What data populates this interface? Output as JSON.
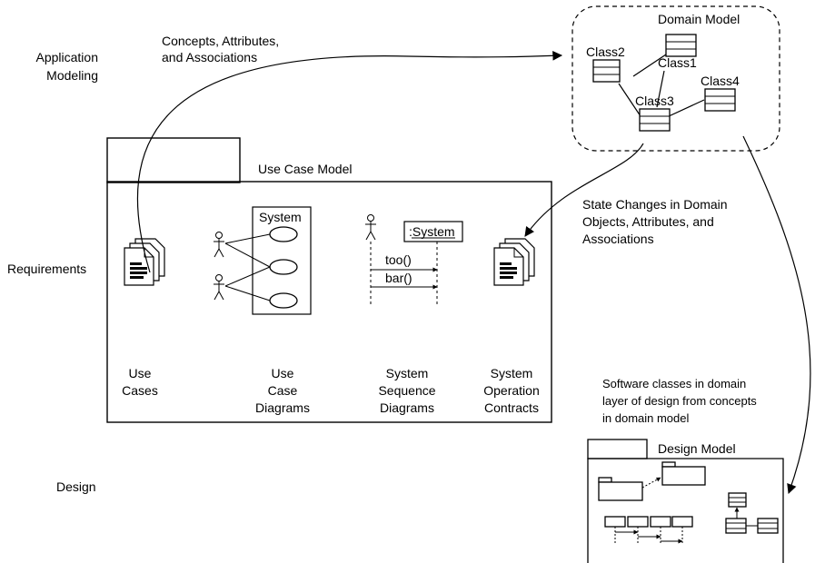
{
  "row_labels": {
    "application_modeling": [
      "Application",
      "Modeling"
    ],
    "requirements": "Requirements",
    "design": "Design"
  },
  "arrow_labels": {
    "concepts": [
      "Concepts, Attributes,",
      "and Associations"
    ],
    "state_changes": [
      "State Changes in Domain",
      "Objects, Attributes, and",
      "Associations"
    ],
    "software_classes": [
      "Software classes in domain",
      "layer of design from concepts",
      "in domain model"
    ]
  },
  "domain_model": {
    "title": "Domain Model",
    "classes": [
      "Class2",
      "Class1",
      "Class3",
      "Class4"
    ]
  },
  "use_case_model": {
    "title": "Use Case Model",
    "system_box_label": "System",
    "sequence": {
      "participant": ":System",
      "messages": [
        "too()",
        "bar()"
      ]
    },
    "artifacts": [
      [
        "Use",
        "Cases"
      ],
      [
        "Use",
        "Case",
        "Diagrams"
      ],
      [
        "System",
        "Sequence",
        "Diagrams"
      ],
      [
        "System",
        "Operation",
        "Contracts"
      ]
    ]
  },
  "design_model": {
    "title": "Design Model"
  }
}
